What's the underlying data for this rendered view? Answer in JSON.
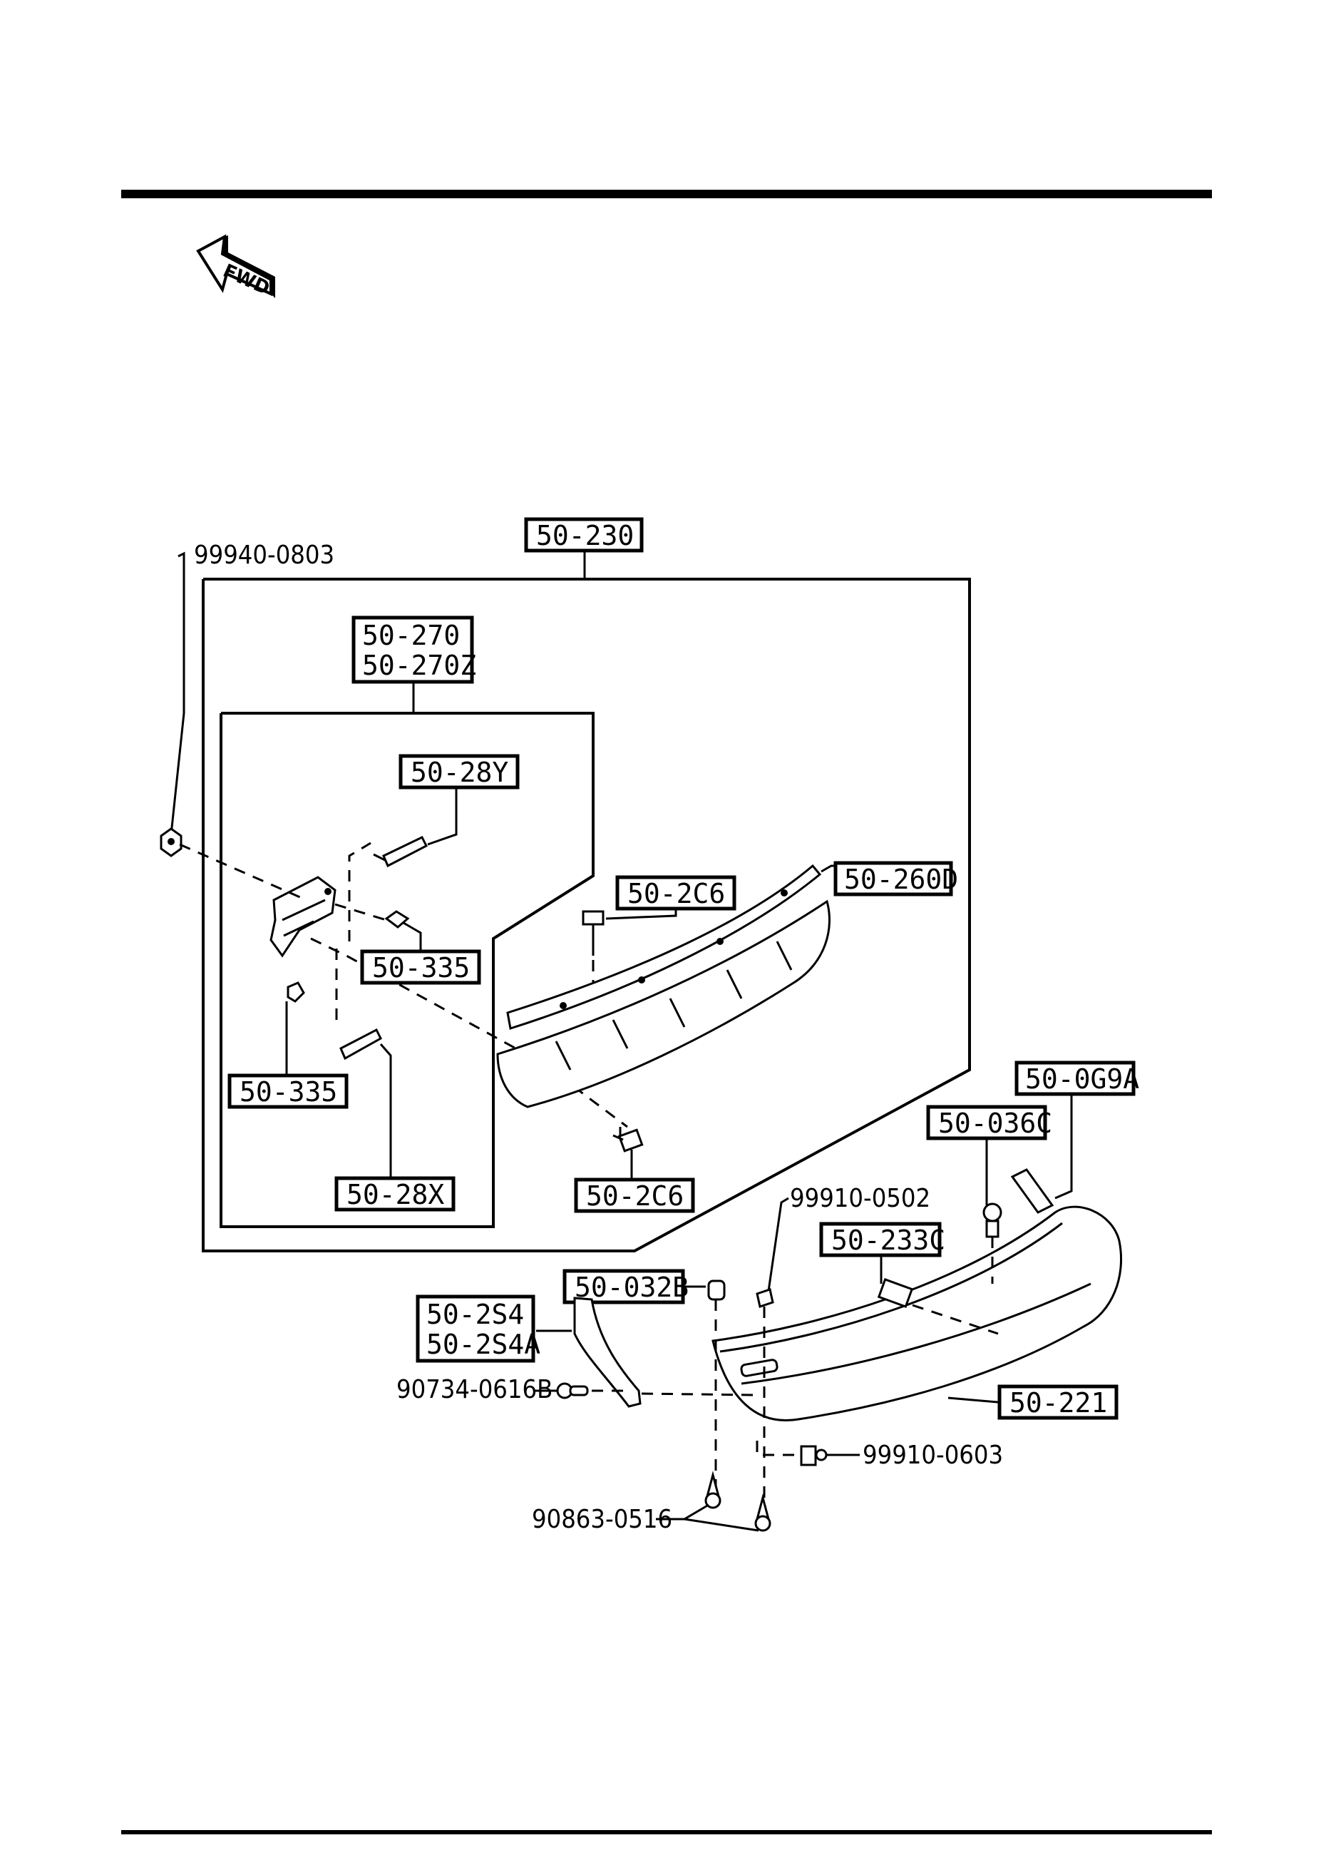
{
  "direction_indicator": {
    "label": "FWD"
  },
  "callouts": {
    "p99940_0803": "99940-0803",
    "p50_230": "50-230",
    "p50_270": "50-270",
    "p50_270z": "50-270Z",
    "p50_28y": "50-28Y",
    "p50_335_upper": "50-335",
    "p50_335_lower": "50-335",
    "p50_28x": "50-28X",
    "p50_2c6_upper": "50-2C6",
    "p50_2c6_lower": "50-2C6",
    "p50_260d": "50-260D",
    "p50_0g9a": "50-0G9A",
    "p50_036c": "50-036C",
    "p99910_0502": "99910-0502",
    "p50_233c": "50-233C",
    "p50_032b": "50-032B",
    "p50_2s4": "50-2S4",
    "p50_2s4a": "50-2S4A",
    "p90734_0616b": "90734-0616B",
    "p50_221": "50-221",
    "p99910_0603": "99910-0603",
    "p90863_0516": "90863-0516"
  }
}
